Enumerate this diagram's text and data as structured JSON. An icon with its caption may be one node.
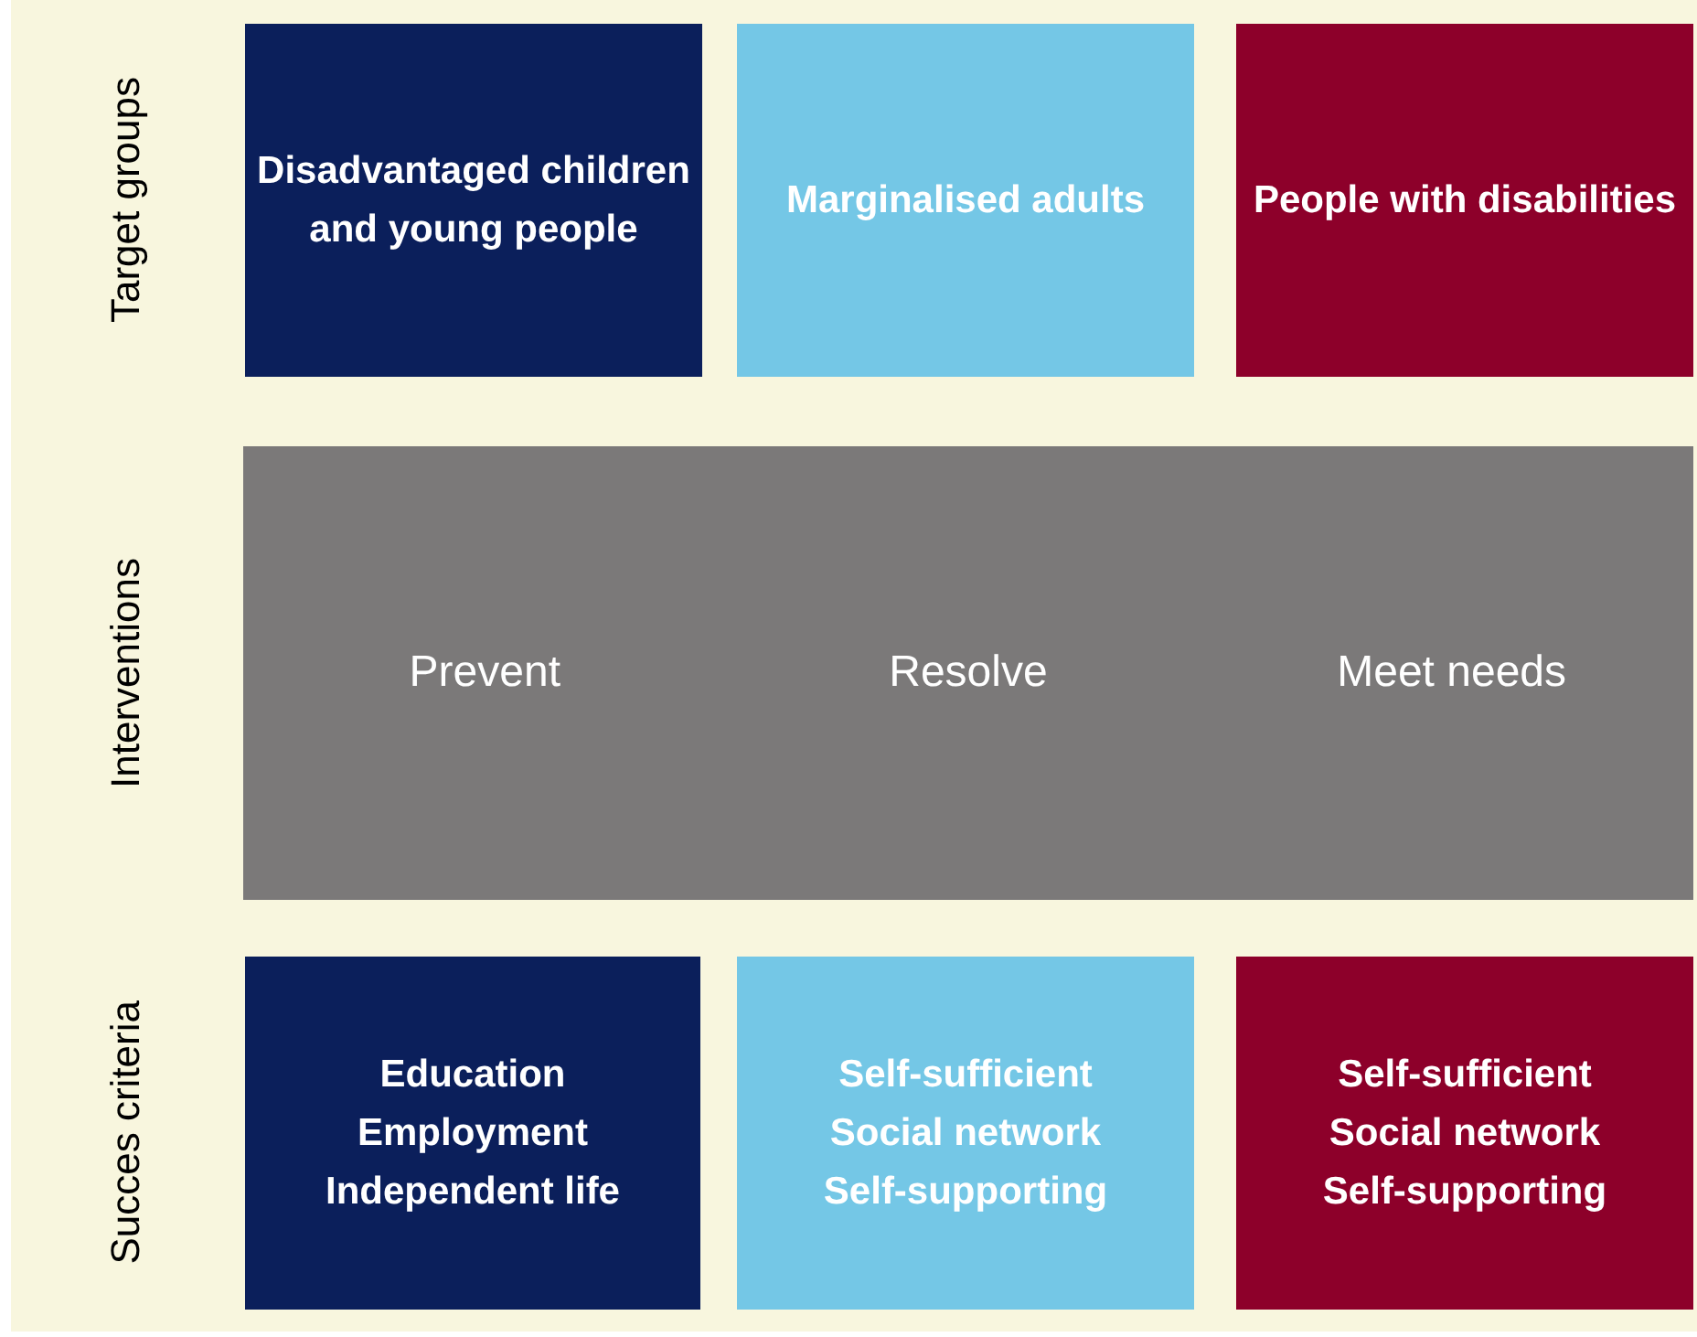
{
  "diagram": {
    "nodes": [
      {
        "text": [
          "Disadvantaged children and young people"
        ]
      },
      {
        "text": [
          "Marginalised adults"
        ]
      },
      {
        "text": [
          "People with disabilities"
        ]
      },
      {
        "text": [
          "Prevent",
          "Resolve",
          "Meet needs"
        ]
      },
      {
        "text": [
          "Education",
          "Employment",
          "Independent life"
        ]
      },
      {
        "text": [
          "Self-sufficient",
          "Social network",
          "Self-supporting"
        ]
      },
      {
        "text": [
          "Self-sufficient",
          "Social network",
          "Self-supporting"
        ]
      }
    ],
    "edges": [],
    "labels": [
      "Target groups",
      "Interventions",
      "Succes criteria"
    ]
  }
}
